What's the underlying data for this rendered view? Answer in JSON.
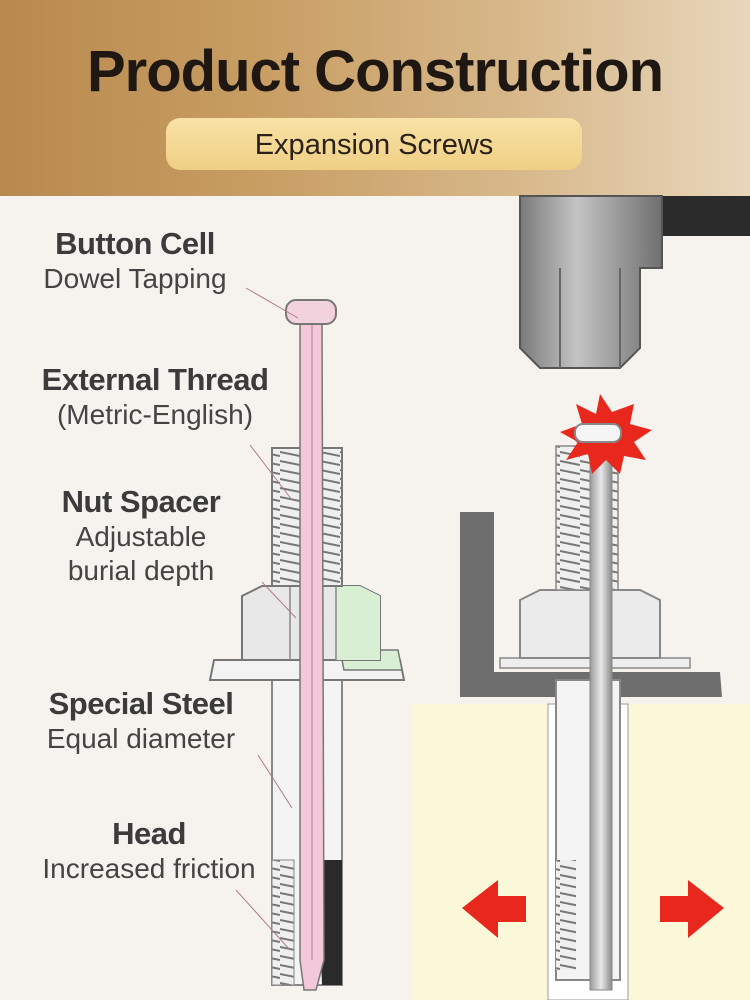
{
  "header": {
    "title": "Product Construction",
    "subtitle": "Expansion Screws"
  },
  "labels": [
    {
      "heading": "Button Cell",
      "lines": [
        "Dowel Tapping"
      ]
    },
    {
      "heading": "External Thread",
      "lines": [
        "(Metric-English)"
      ]
    },
    {
      "heading": "Nut Spacer",
      "lines": [
        "Adjustable",
        "burial depth"
      ]
    },
    {
      "heading": "Special Steel",
      "lines": [
        "Equal diameter"
      ]
    },
    {
      "heading": "Head",
      "lines": [
        "Increased friction"
      ]
    }
  ],
  "colors": {
    "header_gold": "#c89e63",
    "pill": "#f4d898",
    "rod_pink": "#f3c8d8",
    "nut_green": "#d9efd4",
    "concrete": "#fbf8d9",
    "burst_red": "#e8281c"
  }
}
